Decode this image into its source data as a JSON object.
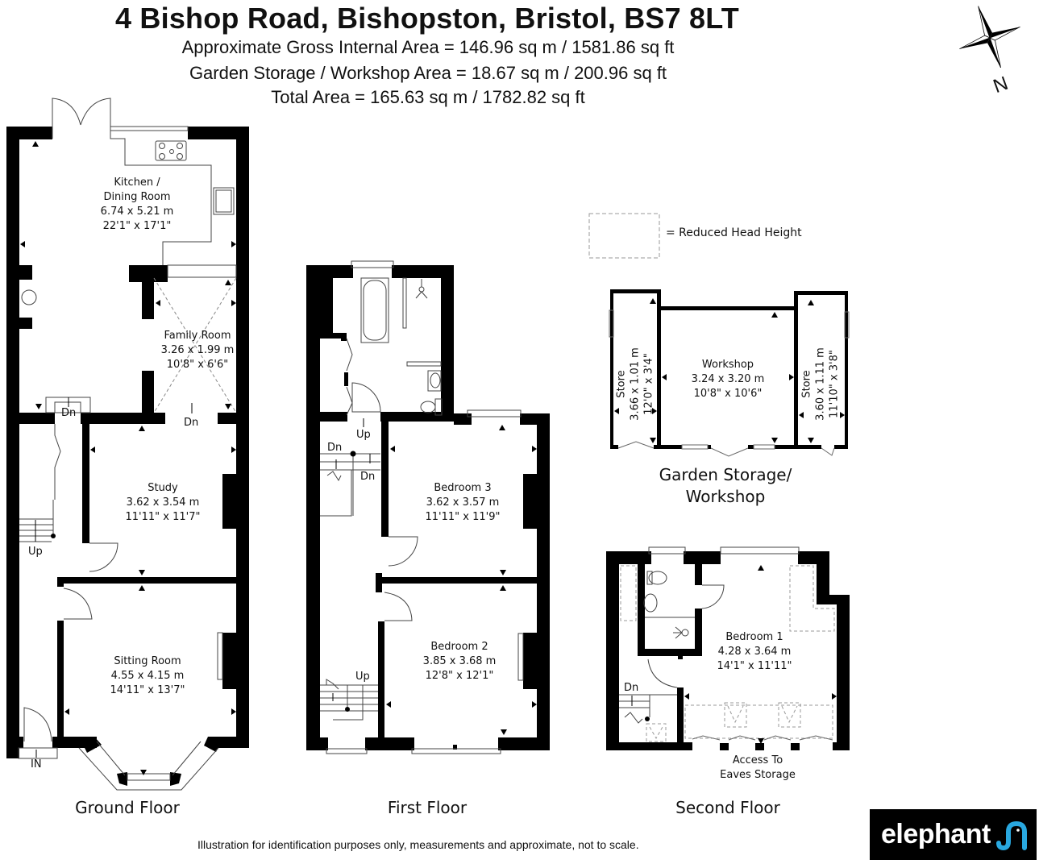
{
  "header": {
    "title": "4 Bishop Road, Bishopston, Bristol, BS7 8LT",
    "gross_internal_area": "Approximate Gross Internal Area = 146.96 sq m / 1581.86 sq ft",
    "garden_storage_area": "Garden Storage / Workshop Area =  18.67 sq m / 200.96 sq ft",
    "total_area": "Total Area = 165.63 sq m / 1782.82 sq ft"
  },
  "compass": {
    "icon": "compass-rose-icon",
    "label": "N"
  },
  "legend": {
    "symbol": "dashed-rectangle",
    "label": "= Reduced Head Height"
  },
  "floors": {
    "ground": {
      "label": "Ground Floor",
      "rooms": [
        {
          "name_line1": "Kitchen /",
          "name_line2": "Dining Room",
          "metric": "6.74 x 5.21 m",
          "imperial": "22'1\" x 17'1\""
        },
        {
          "name": "Family Room",
          "metric": "3.26 x 1.99 m",
          "imperial": "10'8\" x 6'6\""
        },
        {
          "name": "Study",
          "metric": "3.62 x 3.54 m",
          "imperial": "11'11\" x 11'7\""
        },
        {
          "name": "Sitting Room",
          "metric": "4.55 x 4.15 m",
          "imperial": "14'11\" x 13'7\""
        }
      ],
      "markers": {
        "dn1": "Dn",
        "dn2": "Dn",
        "up": "Up",
        "entrance": "IN"
      }
    },
    "first": {
      "label": "First Floor",
      "rooms": [
        {
          "name": "Bedroom 3",
          "metric": "3.62 x 3.57 m",
          "imperial": "11'11\" x 11'9\""
        },
        {
          "name": "Bedroom 2",
          "metric": "3.85 x 3.68 m",
          "imperial": "12'8\" x 12'1\""
        }
      ],
      "markers": {
        "up1": "Up",
        "dn1": "Dn",
        "dn2": "Dn",
        "up2": "Up"
      }
    },
    "second": {
      "label": "Second Floor",
      "rooms": [
        {
          "name": "Bedroom 1",
          "metric": "4.28 x 3.64 m",
          "imperial": "14'1\" x 11'11\""
        }
      ],
      "markers": {
        "dn": "Dn",
        "eaves_line1": "Access To",
        "eaves_line2": "Eaves Storage"
      }
    },
    "garden": {
      "label_line1": "Garden Storage/",
      "label_line2": "Workshop",
      "rooms": [
        {
          "name": "Store",
          "metric": "3.66 x 1.01 m",
          "imperial": "12'0\" x 3'4\""
        },
        {
          "name": "Workshop",
          "metric": "3.24 x 3.20 m",
          "imperial": "10'8\" x 10'6\""
        },
        {
          "name": "Store",
          "metric": "3.60 x 1.11 m",
          "imperial": "11'10\" x 3'8\""
        }
      ]
    }
  },
  "footer": {
    "disclaimer": "Illustration for identification purposes only, measurements and approximate, not to scale.",
    "logo_text": "elephant",
    "logo_icon": "elephant-trunk-icon",
    "logo_accent": "#29a8e0"
  }
}
